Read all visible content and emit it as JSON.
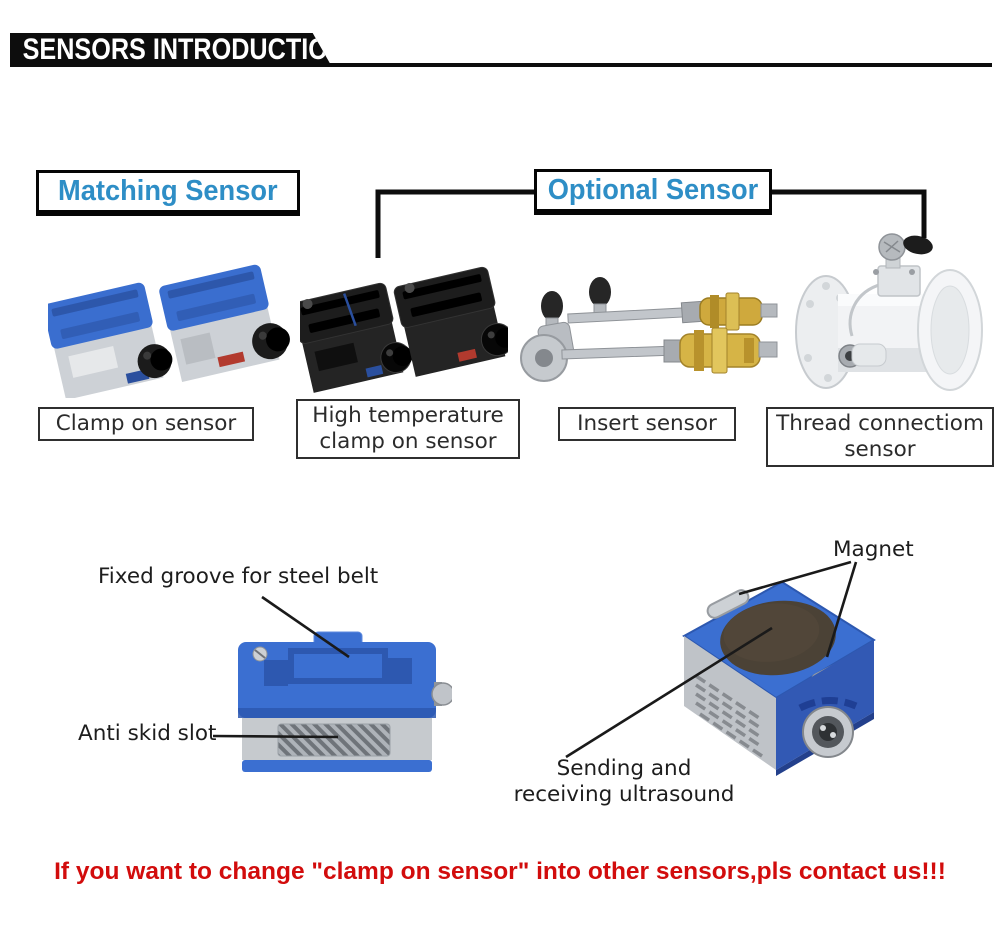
{
  "banner": {
    "title": "SENSORS INTRODUCTION"
  },
  "groups": {
    "matching": {
      "title": "Matching Sensor"
    },
    "optional": {
      "title": "Optional Sensor"
    }
  },
  "products": [
    {
      "label": "Clamp on sensor",
      "image": "clamp-on-sensor-photo"
    },
    {
      "label": "High temperature clamp on sensor",
      "image": "high-temperature-clamp-on-sensor-photo"
    },
    {
      "label": "Insert sensor",
      "image": "insert-sensor-photo"
    },
    {
      "label": "Thread connectiom sensor",
      "image": "thread-connection-sensor-photo"
    }
  ],
  "callouts": {
    "fixed_groove": {
      "label": "Fixed groove for steel belt"
    },
    "anti_skid": {
      "label": "Anti skid slot"
    },
    "magnet": {
      "label": "Magnet"
    },
    "ultrasound": {
      "label": "Sending and receiving ultrasound"
    }
  },
  "detail_images": {
    "left": "clamp-on-sensor-side-view",
    "right": "clamp-on-sensor-bottom-view"
  },
  "footer": {
    "note": "If you want to change \"clamp on sensor\" into other sensors,pls contact us!!!"
  },
  "colors": {
    "accent_blue": "#2e8ec6",
    "sensor_blue": "#3b6fd1",
    "alert_red": "#d20c0c",
    "banner_black": "#0d0d0d",
    "brass_gold": "#d6b446"
  }
}
